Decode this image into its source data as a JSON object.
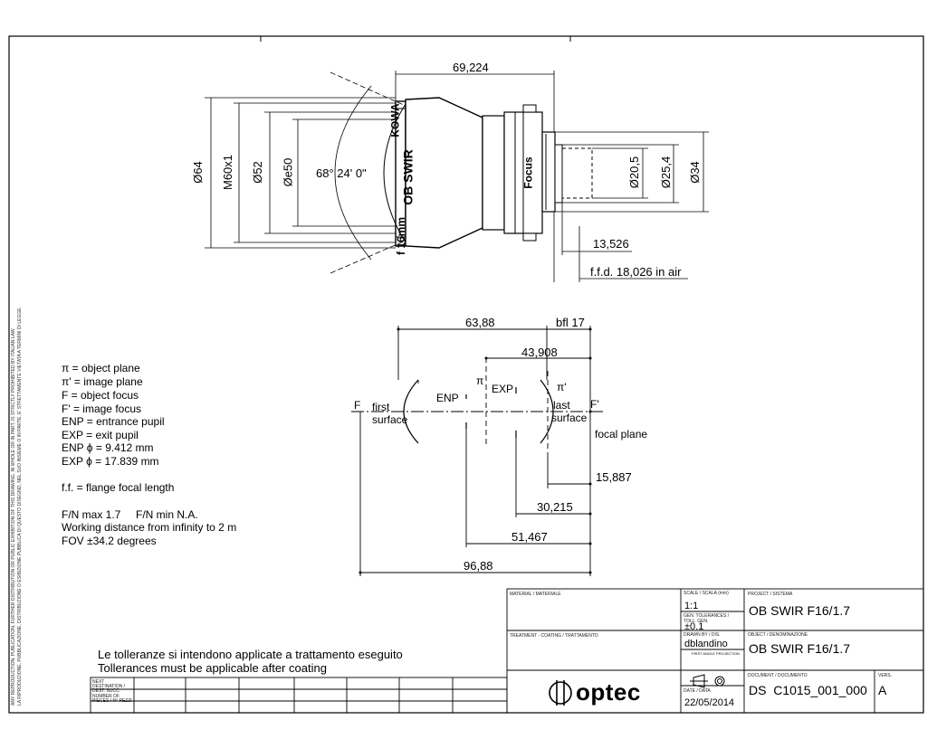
{
  "drawing": {
    "top_view": {
      "dim_length": "69,224",
      "dim_d64": "Ø64",
      "dim_m60": "M60x1",
      "dim_d52": "Ø52",
      "dim_de50": "Øe50",
      "angle": "68° 24' 0\"",
      "dim_d205": "Ø20,5",
      "dim_d254": "Ø25,4",
      "dim_d34": "Ø34",
      "dim_13526": "13,526",
      "dim_ffd": "f.f.d. 18,026 in air",
      "body_text_brand": "KOWA",
      "body_text_model": "OB SWIR",
      "body_text_f": "f 16mm",
      "focus_label": "Focus"
    },
    "optical_view": {
      "dim_6388": "63,88",
      "dim_bfl": "bfl 17",
      "dim_43908": "43,908",
      "label_F": "F",
      "label_first": "first",
      "label_surface1": "surface",
      "label_enp": "ENP",
      "label_pi": "π",
      "label_exp": "EXP",
      "label_pi_prime": "π'",
      "label_last": "last",
      "label_surface2": "surface",
      "label_F_prime": "F'",
      "label_focal_plane": "focal plane",
      "dim_15887": "15,887",
      "dim_30215": "30,215",
      "dim_51467": "51,467",
      "dim_9688": "96,88"
    },
    "legend": [
      "π = object plane",
      "π' = image plane",
      "F = object focus",
      "F' = image focus",
      "ENP = entrance pupil",
      "EXP = exit pupil",
      "ENP ϕ = 9.412 mm",
      "EXP ϕ = 17.839 mm",
      "",
      "f.f. = flange focal length",
      "",
      "F/N max 1.7     F/N min N.A.",
      "Working distance from infinity to 2 m",
      "FOV ±34.2 degrees"
    ],
    "side_note_1": "ANY REPRODUCTION, PUBLICATION, FURTHER DISTRIBUTION OR PUBLIC EXHIBITION OF THIS DRAWING, IN WHOLE OR IN PART, IS STRICTLY PROHIBITED BY ITALIAN LAW.",
    "side_note_2": "LA RIPRODUZIONE, PUBBLICAZIONE, DISTRIBUZIONE O ESIBIZIONE PUBBLICA DI QUESTO DISEGNO, NEL SUO INSIEME O IN PARTE, E' STRETTAMENTE VIETATA A TERMINI DI LEGGE.",
    "tolerance_note_it": "Le tolleranze si intendono applicate a trattamento eseguito",
    "tolerance_note_en": "Tollerances must be applicable after coating"
  },
  "title_block": {
    "material_label": "MATERIAL / MATERIALE",
    "treatment_label": "TREATMENT - COATING / TRATTAMENTO",
    "scale_label": "SCALE / SCALA (mm)",
    "scale_value": "1:1",
    "tolerance_label": "GEN. TOLERANCES / TOLL. GEN.",
    "tolerance_value": "±0.1",
    "drawn_label": "DRAWN BY / DIS.",
    "drawn_value": "dblandino",
    "projection_label": "FIRST ANGLE PROJECTION",
    "date_label": "DATE / DATA",
    "date_value": "22/05/2014",
    "project_label": "PROJECT / SISTEMA",
    "project_value": "OB SWIR F16/1.7",
    "object_label": "OBJECT / DENOMINAZIONE",
    "object_value": "OB SWIR F16/1.7",
    "document_label": "DOCUMENT / DOCUMENTO",
    "document_value": "DS  C1015_001_000",
    "version_label": "VERS.",
    "version_value": "A",
    "logo_text": "optec",
    "next_dest_label": "NEXT DESTINATION / DEST. SUCC.",
    "number_label": "NUMBER OF PIECES / N° PEZZI"
  }
}
